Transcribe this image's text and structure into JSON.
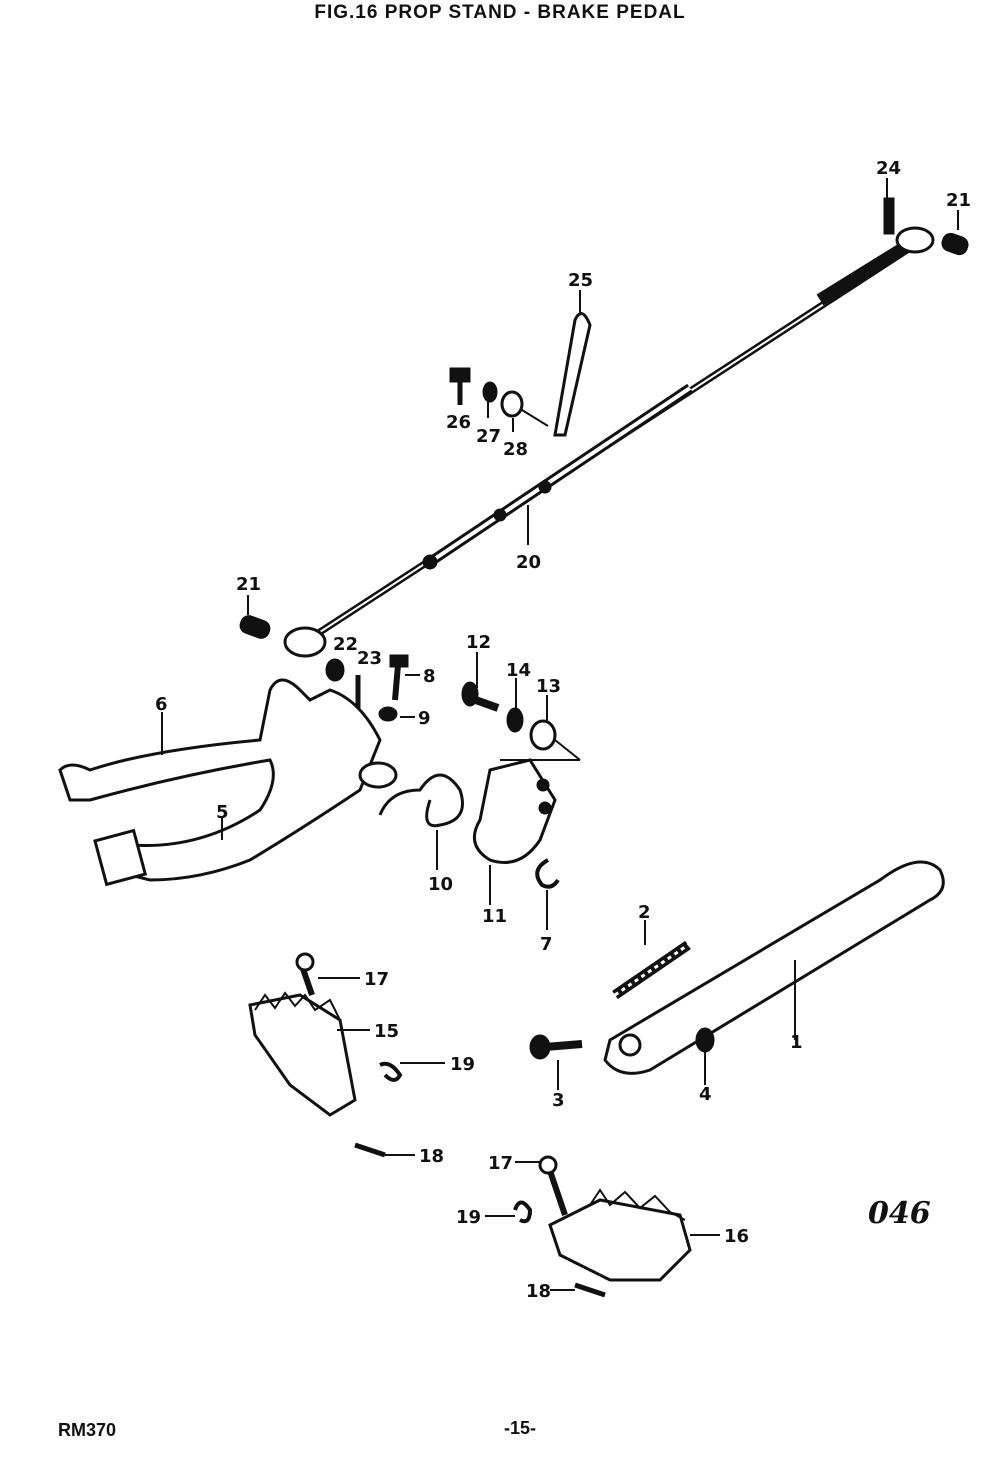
{
  "header": {
    "title": "FIG.16  PROP STAND - BRAKE PEDAL"
  },
  "footer": {
    "model": "RM370",
    "page": "-15-"
  },
  "diagram_code": "046",
  "parts": [
    {
      "id": "p1",
      "label": "1"
    },
    {
      "id": "p2",
      "label": "2"
    },
    {
      "id": "p3",
      "label": "3"
    },
    {
      "id": "p4",
      "label": "4"
    },
    {
      "id": "p5",
      "label": "5"
    },
    {
      "id": "p6",
      "label": "6"
    },
    {
      "id": "p7",
      "label": "7"
    },
    {
      "id": "p8",
      "label": "8"
    },
    {
      "id": "p9",
      "label": "9"
    },
    {
      "id": "p10",
      "label": "10"
    },
    {
      "id": "p11",
      "label": "11"
    },
    {
      "id": "p12",
      "label": "12"
    },
    {
      "id": "p13",
      "label": "13"
    },
    {
      "id": "p14",
      "label": "14"
    },
    {
      "id": "p15",
      "label": "15"
    },
    {
      "id": "p16",
      "label": "16"
    },
    {
      "id": "p17a",
      "label": "17"
    },
    {
      "id": "p17b",
      "label": "17"
    },
    {
      "id": "p18a",
      "label": "18"
    },
    {
      "id": "p18b",
      "label": "18"
    },
    {
      "id": "p19a",
      "label": "19"
    },
    {
      "id": "p19b",
      "label": "19"
    },
    {
      "id": "p20",
      "label": "20"
    },
    {
      "id": "p21a",
      "label": "21"
    },
    {
      "id": "p21b",
      "label": "21"
    },
    {
      "id": "p22",
      "label": "22"
    },
    {
      "id": "p23",
      "label": "23"
    },
    {
      "id": "p24",
      "label": "24"
    },
    {
      "id": "p25",
      "label": "25"
    },
    {
      "id": "p26",
      "label": "26"
    },
    {
      "id": "p27",
      "label": "27"
    },
    {
      "id": "p28",
      "label": "28"
    }
  ]
}
